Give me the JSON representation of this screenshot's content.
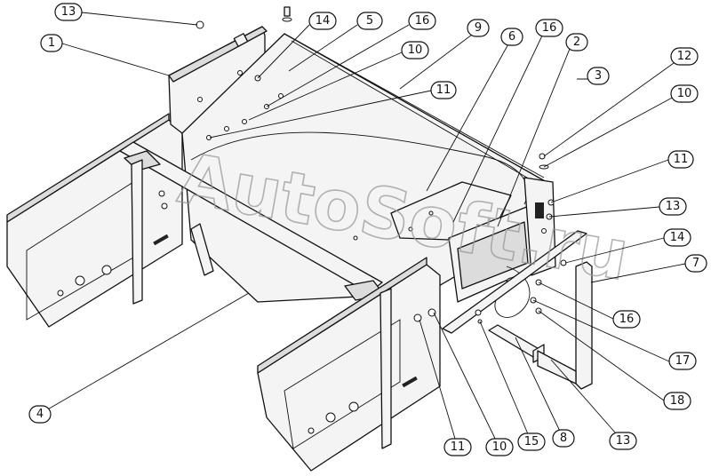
{
  "watermark": "AutoSoft.ru",
  "callouts": [
    {
      "id": "c-13a",
      "label": "13"
    },
    {
      "id": "c-14a",
      "label": "14"
    },
    {
      "id": "c-5",
      "label": "5"
    },
    {
      "id": "c-16a",
      "label": "16"
    },
    {
      "id": "c-1",
      "label": "1"
    },
    {
      "id": "c-10a",
      "label": "10"
    },
    {
      "id": "c-9",
      "label": "9"
    },
    {
      "id": "c-6",
      "label": "6"
    },
    {
      "id": "c-16b",
      "label": "16"
    },
    {
      "id": "c-2",
      "label": "2"
    },
    {
      "id": "c-3",
      "label": "3"
    },
    {
      "id": "c-11a",
      "label": "11"
    },
    {
      "id": "c-12",
      "label": "12"
    },
    {
      "id": "c-10b",
      "label": "10"
    },
    {
      "id": "c-11b",
      "label": "11"
    },
    {
      "id": "c-13b",
      "label": "13"
    },
    {
      "id": "c-14b",
      "label": "14"
    },
    {
      "id": "c-7",
      "label": "7"
    },
    {
      "id": "c-16c",
      "label": "16"
    },
    {
      "id": "c-17",
      "label": "17"
    },
    {
      "id": "c-18",
      "label": "18"
    },
    {
      "id": "c-4",
      "label": "4"
    },
    {
      "id": "c-11c",
      "label": "11"
    },
    {
      "id": "c-10c",
      "label": "10"
    },
    {
      "id": "c-15",
      "label": "15"
    },
    {
      "id": "c-8",
      "label": "8"
    },
    {
      "id": "c-13c",
      "label": "13"
    }
  ]
}
